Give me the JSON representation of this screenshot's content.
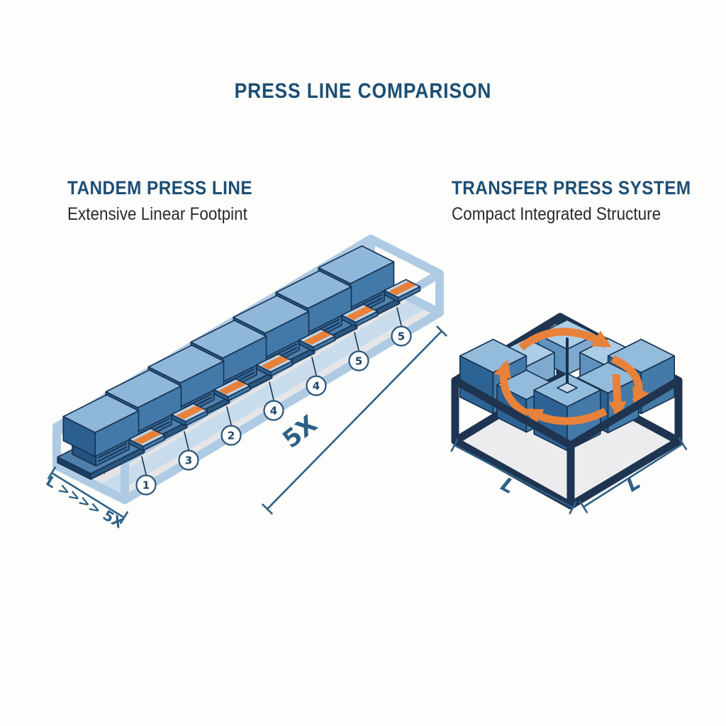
{
  "title": "PRESS LINE COMPARISON",
  "left": {
    "heading": "TANDEM PRESS LINE",
    "subtitle": "Extensive Linear Footpint",
    "stations": [
      "1",
      "3",
      "2",
      "4",
      "4",
      "5",
      "5"
    ],
    "length_label": "5X",
    "width_label": "L >>>> 5X"
  },
  "right": {
    "heading": "TRANSFER PRESS SYSTEM",
    "subtitle": "Compact Integrated Structure",
    "dim_left": "L",
    "dim_right": "L"
  },
  "colors": {
    "heading_text": "#1D4E74",
    "subtitle_text": "#2B2B2B",
    "dimension_blue": "#2D6086",
    "frame_light_blue": "#AFCBE4",
    "frame_dark_navy": "#1E3450",
    "machine_blue_front": "#2B5E91",
    "machine_blue_side": "#4379A8",
    "machine_blue_top": "#8FB7DA",
    "light_cube_top": "#ADCDE7",
    "light_cube_front": "#5F92BE",
    "light_cube_side": "#7FA9CE",
    "conveyor_orange": "#E8813A",
    "conveyor_orange_dark": "#D26A24",
    "floor_gray": "#ECECEE",
    "lane_blue": "#C9DCEC",
    "outline_navy": "#16314F",
    "background": "#FDFDFB"
  }
}
